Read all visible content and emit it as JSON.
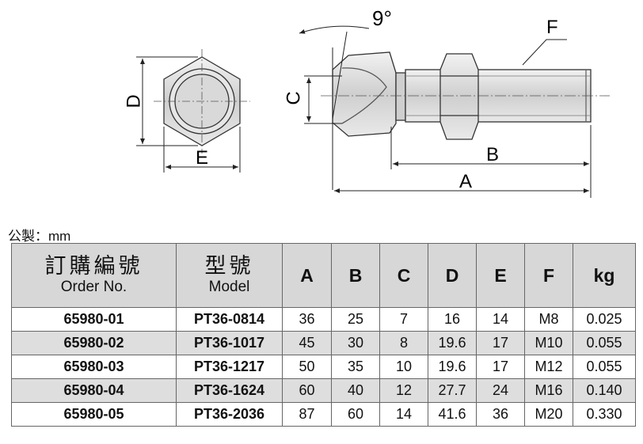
{
  "drawing": {
    "angle_label": "9°",
    "labels": {
      "A": "A",
      "B": "B",
      "C": "C",
      "D": "D",
      "E": "E",
      "F": "F"
    }
  },
  "unit_label": "公製：mm",
  "table": {
    "headers": {
      "order_no_zh": "訂購編號",
      "order_no_en": "Order No.",
      "model_zh": "型號",
      "model_en": "Model",
      "dims": [
        "A",
        "B",
        "C",
        "D",
        "E",
        "F",
        "kg"
      ]
    },
    "rows": [
      {
        "order_no": "65980-01",
        "model": "PT36-0814",
        "A": "36",
        "B": "25",
        "C": "7",
        "D": "16",
        "E": "14",
        "F": "M8",
        "kg": "0.025"
      },
      {
        "order_no": "65980-02",
        "model": "PT36-1017",
        "A": "45",
        "B": "30",
        "C": "8",
        "D": "19.6",
        "E": "17",
        "F": "M10",
        "kg": "0.055"
      },
      {
        "order_no": "65980-03",
        "model": "PT36-1217",
        "A": "50",
        "B": "35",
        "C": "10",
        "D": "19.6",
        "E": "17",
        "F": "M12",
        "kg": "0.055"
      },
      {
        "order_no": "65980-04",
        "model": "PT36-1624",
        "A": "60",
        "B": "40",
        "C": "12",
        "D": "27.7",
        "E": "24",
        "F": "M16",
        "kg": "0.140"
      },
      {
        "order_no": "65980-05",
        "model": "PT36-2036",
        "A": "87",
        "B": "60",
        "C": "14",
        "D": "41.6",
        "E": "36",
        "F": "M20",
        "kg": "0.330"
      }
    ]
  }
}
